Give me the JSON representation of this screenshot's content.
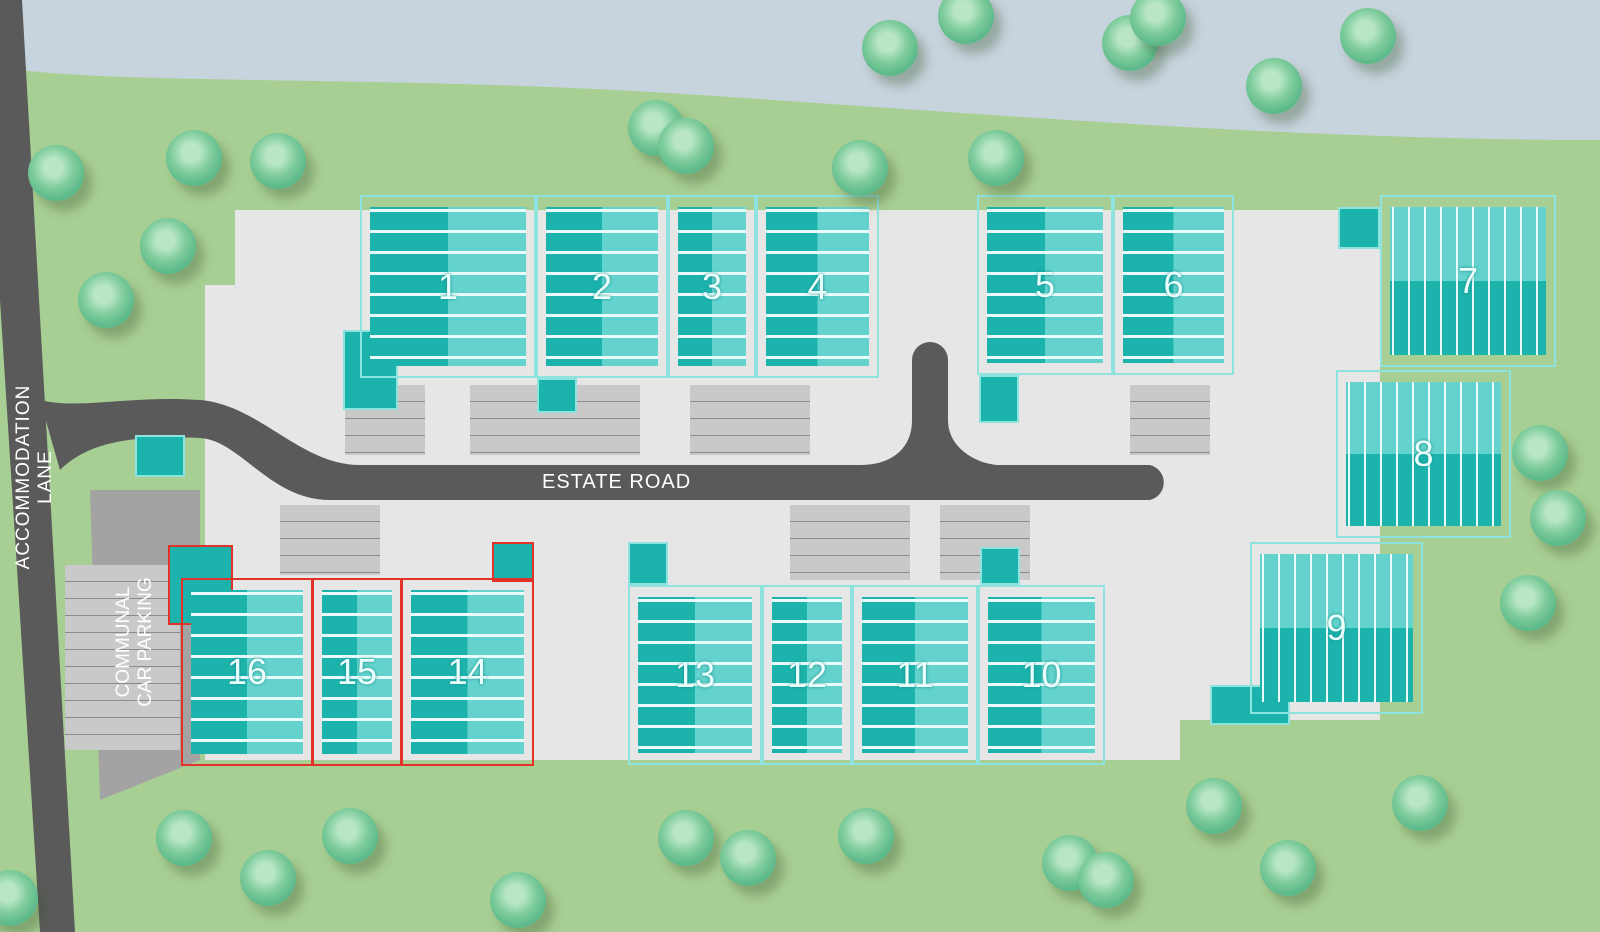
{
  "roads": {
    "accommodation_lane": "ACCOMMODATION LANE",
    "estate_road": "ESTATE ROAD"
  },
  "parking": {
    "line1": "COMMUNAL",
    "line2": "CAR PARKING"
  },
  "units": [
    {
      "id": "1",
      "selected": false
    },
    {
      "id": "2",
      "selected": false
    },
    {
      "id": "3",
      "selected": false
    },
    {
      "id": "4",
      "selected": false
    },
    {
      "id": "5",
      "selected": false
    },
    {
      "id": "6",
      "selected": false
    },
    {
      "id": "7",
      "selected": false
    },
    {
      "id": "8",
      "selected": false
    },
    {
      "id": "9",
      "selected": false
    },
    {
      "id": "10",
      "selected": false
    },
    {
      "id": "11",
      "selected": false
    },
    {
      "id": "12",
      "selected": false
    },
    {
      "id": "13",
      "selected": false
    },
    {
      "id": "14",
      "selected": true
    },
    {
      "id": "15",
      "selected": true
    },
    {
      "id": "16",
      "selected": true
    }
  ],
  "colors": {
    "unit_dark": "#1cb3ad",
    "unit_light": "#64d2cd",
    "selected_outline": "#e2332a",
    "road": "#5a5a5a",
    "grass": "#a8cf93",
    "river": "#c7d3dd"
  }
}
